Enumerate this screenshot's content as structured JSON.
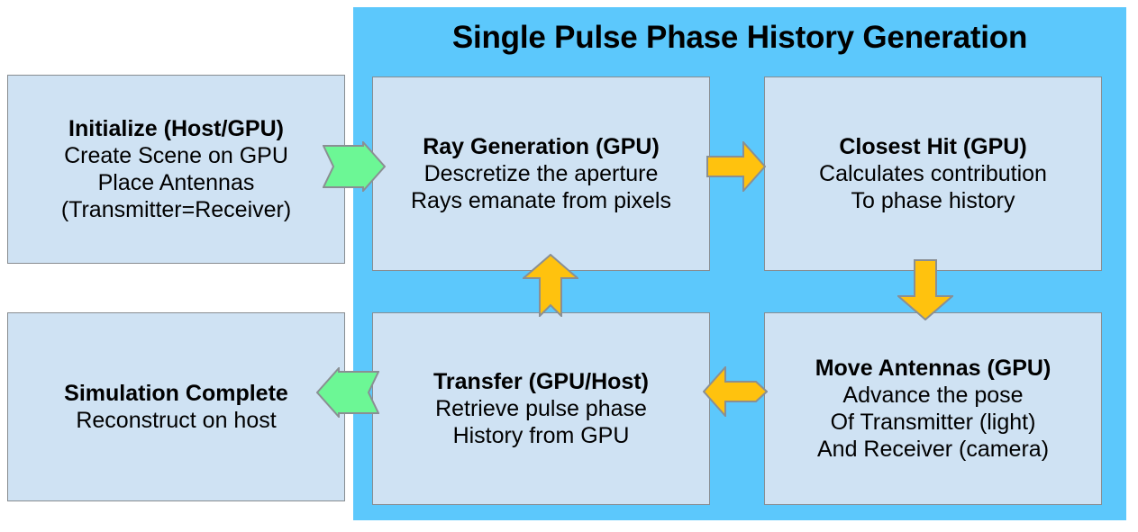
{
  "diagram": {
    "type": "flowchart",
    "title": "Single Pulse Phase History Generation",
    "colors": {
      "panel_background": "#5cc8fc",
      "box_fill": "#cfe2f3",
      "box_border": "#888d91",
      "arrow_green": "#6cf795",
      "arrow_yellow": "#ffc20e",
      "arrow_border": "#8a8f93",
      "page_background": "#ffffff",
      "text": "#000000"
    },
    "panel": {
      "title": "Single Pulse Phase History Generation"
    },
    "boxes": [
      {
        "id": "initialize",
        "lines": [
          "Initialize (Host/GPU)",
          "Create Scene on GPU",
          "Place Antennas",
          "(Transmitter=Receiver)"
        ]
      },
      {
        "id": "ray-generation",
        "lines": [
          "Ray Generation (GPU)",
          "Descretize the aperture",
          "Rays emanate from pixels"
        ]
      },
      {
        "id": "closest-hit",
        "lines": [
          "Closest Hit (GPU)",
          "Calculates contribution",
          "To phase history"
        ]
      },
      {
        "id": "move-antennas",
        "lines": [
          "Move Antennas (GPU)",
          "Advance the pose",
          "Of Transmitter (light)",
          "And Receiver (camera)"
        ]
      },
      {
        "id": "transfer",
        "lines": [
          "Transfer (GPU/Host)",
          "Retrieve pulse phase",
          "History from GPU"
        ]
      },
      {
        "id": "simulation-complete",
        "lines": [
          "Simulation Complete",
          "Reconstruct on host"
        ]
      }
    ],
    "arrows": [
      {
        "id": "init-to-ray",
        "icon": "arrow-right-icon",
        "color": "#6cf795",
        "from": "initialize",
        "to": "ray-generation"
      },
      {
        "id": "ray-to-hit",
        "icon": "arrow-right-icon",
        "color": "#ffc20e",
        "from": "ray-generation",
        "to": "closest-hit"
      },
      {
        "id": "hit-to-move",
        "icon": "arrow-down-icon",
        "color": "#ffc20e",
        "from": "closest-hit",
        "to": "move-antennas"
      },
      {
        "id": "move-to-xfer",
        "icon": "arrow-left-icon",
        "color": "#ffc20e",
        "from": "move-antennas",
        "to": "transfer"
      },
      {
        "id": "xfer-to-ray",
        "icon": "arrow-up-icon",
        "color": "#ffc20e",
        "from": "transfer",
        "to": "ray-generation"
      },
      {
        "id": "xfer-to-sim",
        "icon": "arrow-left-icon",
        "color": "#6cf795",
        "from": "transfer",
        "to": "simulation-complete"
      }
    ]
  }
}
